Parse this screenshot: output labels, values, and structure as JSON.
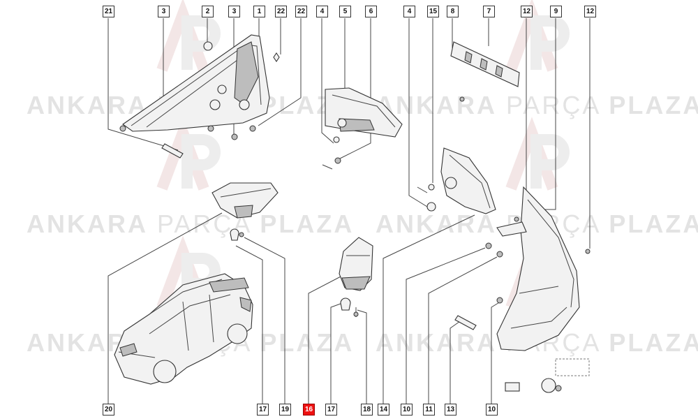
{
  "watermark": {
    "bold_left": "ANKARA",
    "light_mid": "PARÇA",
    "bold_right": "PLAZA"
  },
  "callouts": [
    {
      "id": "c-top-21",
      "label": "21"
    },
    {
      "id": "c-top-3a",
      "label": "3"
    },
    {
      "id": "c-top-2",
      "label": "2"
    },
    {
      "id": "c-top-3b",
      "label": "3"
    },
    {
      "id": "c-top-1",
      "label": "1"
    },
    {
      "id": "c-top-22a",
      "label": "22"
    },
    {
      "id": "c-top-22b",
      "label": "22"
    },
    {
      "id": "c-top-4a",
      "label": "4"
    },
    {
      "id": "c-top-5",
      "label": "5"
    },
    {
      "id": "c-top-6",
      "label": "6"
    },
    {
      "id": "c-top-4b",
      "label": "4"
    },
    {
      "id": "c-top-15",
      "label": "15"
    },
    {
      "id": "c-top-8",
      "label": "8"
    },
    {
      "id": "c-top-7",
      "label": "7"
    },
    {
      "id": "c-top-12a",
      "label": "12"
    },
    {
      "id": "c-top-9",
      "label": "9"
    },
    {
      "id": "c-top-12b",
      "label": "12"
    },
    {
      "id": "c-bot-20",
      "label": "20"
    },
    {
      "id": "c-bot-17a",
      "label": "17"
    },
    {
      "id": "c-bot-19",
      "label": "19"
    },
    {
      "id": "c-bot-16",
      "label": "16",
      "highlight": true
    },
    {
      "id": "c-bot-17b",
      "label": "17"
    },
    {
      "id": "c-bot-18",
      "label": "18"
    },
    {
      "id": "c-bot-14",
      "label": "14"
    },
    {
      "id": "c-bot-10a",
      "label": "10"
    },
    {
      "id": "c-bot-11",
      "label": "11"
    },
    {
      "id": "c-bot-13",
      "label": "13"
    },
    {
      "id": "c-bot-10b",
      "label": "10"
    }
  ],
  "colors": {
    "highlight": "#ee1111",
    "line": "#444444",
    "watermark": "#e3e3e3"
  }
}
